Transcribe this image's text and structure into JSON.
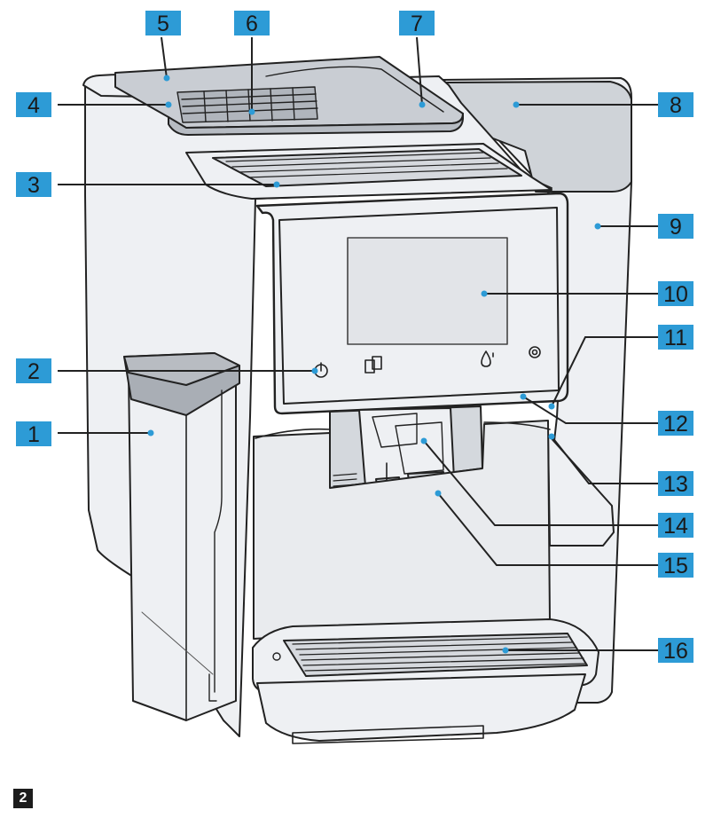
{
  "figure": {
    "label": "2",
    "accent_color": "#2d9bd6",
    "line_color": "#222222",
    "callouts": [
      {
        "number": "1"
      },
      {
        "number": "2"
      },
      {
        "number": "3"
      },
      {
        "number": "4"
      },
      {
        "number": "5"
      },
      {
        "number": "6"
      },
      {
        "number": "7"
      },
      {
        "number": "8"
      },
      {
        "number": "9"
      },
      {
        "number": "10"
      },
      {
        "number": "11"
      },
      {
        "number": "12"
      },
      {
        "number": "13"
      },
      {
        "number": "14"
      },
      {
        "number": "15"
      },
      {
        "number": "16"
      }
    ]
  }
}
